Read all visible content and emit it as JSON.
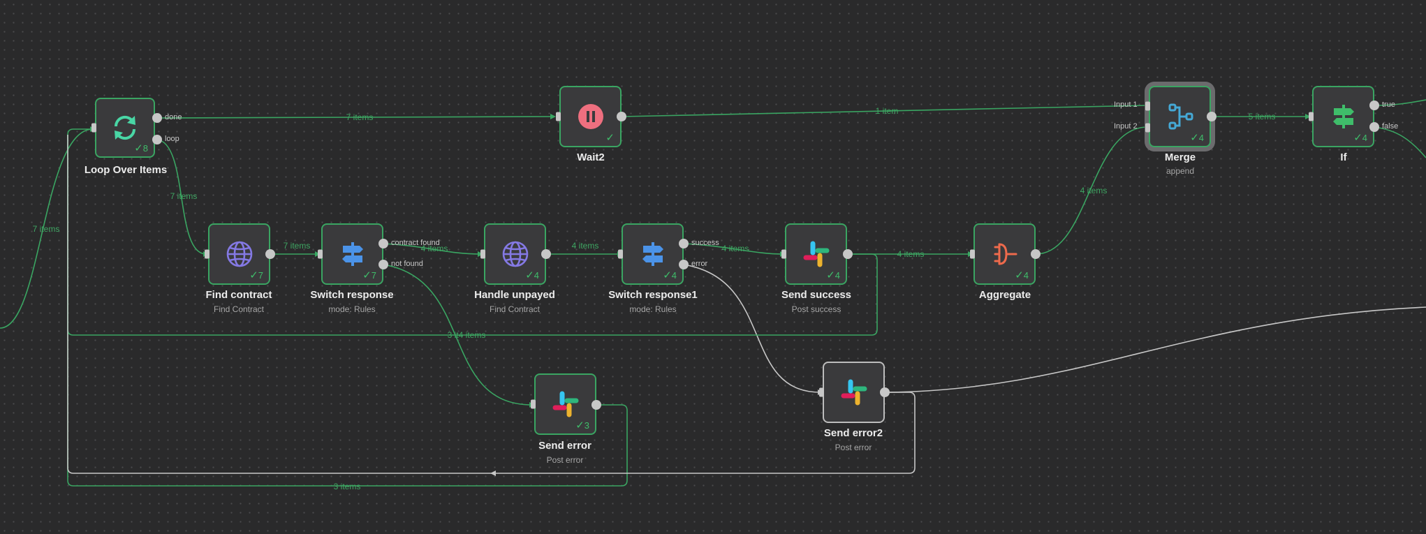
{
  "nodes": {
    "loop": {
      "title": "Loop Over Items",
      "count": "8",
      "out1": "done",
      "out2": "loop"
    },
    "wait2": {
      "title": "Wait2"
    },
    "merge": {
      "title": "Merge",
      "subtitle": "append",
      "count": "4",
      "in1": "Input 1",
      "in2": "Input 2"
    },
    "if": {
      "title": "If",
      "count": "4",
      "out1": "true",
      "out2": "false"
    },
    "find_contract": {
      "title": "Find contract",
      "subtitle": "Find Contract",
      "count": "7"
    },
    "switch_response": {
      "title": "Switch response",
      "subtitle": "mode: Rules",
      "count": "7",
      "out1": "contract found",
      "out2": "not found"
    },
    "handle_unpayed": {
      "title": "Handle unpayed",
      "subtitle": "Find Contract",
      "count": "4"
    },
    "switch_response1": {
      "title": "Switch response1",
      "subtitle": "mode: Rules",
      "count": "4",
      "out1": "success",
      "out2": "error"
    },
    "send_success": {
      "title": "Send success",
      "subtitle": "Post success",
      "count": "4"
    },
    "aggregate": {
      "title": "Aggregate",
      "count": "4"
    },
    "send_error": {
      "title": "Send error",
      "subtitle": "Post error",
      "count": "3"
    },
    "send_error2": {
      "title": "Send error2",
      "subtitle": "Post error"
    }
  },
  "edges": {
    "loop_wait": "7 items",
    "wait_merge": "1 item",
    "merge_if": "5 items",
    "agg_merge": "4 items",
    "loop_find": "7 items",
    "left_loop": "7 items",
    "find_switch": "7 items",
    "switch_handle": "4 items",
    "handle_switch1": "4 items",
    "switch1_success": "4 items",
    "success_agg": "4 items",
    "success_back": "3 it4 items",
    "error_back": "3 items"
  },
  "colors": {
    "canvas": "#2a2a2b",
    "node": "#3a3a3c",
    "success": "#3aa562",
    "wire_gray": "#c7c7c7"
  },
  "icons": {
    "loop": "refresh-icon",
    "wait2": "pause-icon",
    "merge": "merge-icon",
    "if": "signpost-icon",
    "http": "globe-icon",
    "switch": "signpost-icon",
    "slack": "slack-icon",
    "aggregate": "aggregate-icon"
  }
}
